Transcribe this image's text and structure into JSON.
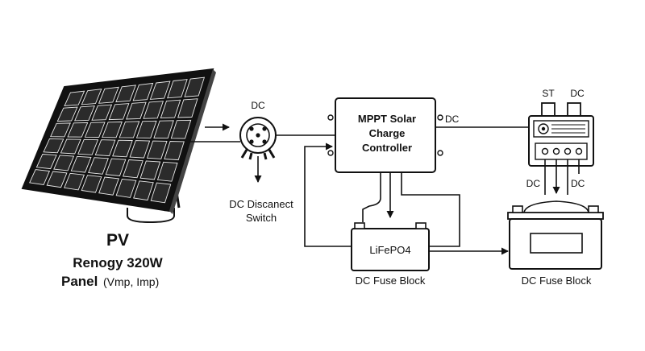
{
  "diagram": {
    "solar_panel": {
      "title": "PV",
      "model": "Renogy 320W",
      "panel_word": "Panel",
      "panel_detail": "(Vmp, Imp)"
    },
    "disconnect": {
      "top_label": "DC",
      "name_line1": "DC Discanect",
      "name_line2": "Switch"
    },
    "controller": {
      "line1": "MPPT Solar",
      "line2": "Charge",
      "line3": "Controller",
      "output_label": "DC"
    },
    "fuse_block_left": {
      "inner_label": "LiFePO4",
      "caption": "DC Fuse Block"
    },
    "fuse_block_right": {
      "caption": "DC Fuse Block"
    },
    "switch_panel": {
      "top_left_label": "ST",
      "top_right_label": "DC",
      "bottom_left_label": "DC",
      "bottom_right_label": "DC"
    },
    "colors": {
      "line": "#111111",
      "panel_cell": "#2b2b2b",
      "background": "#ffffff"
    }
  }
}
